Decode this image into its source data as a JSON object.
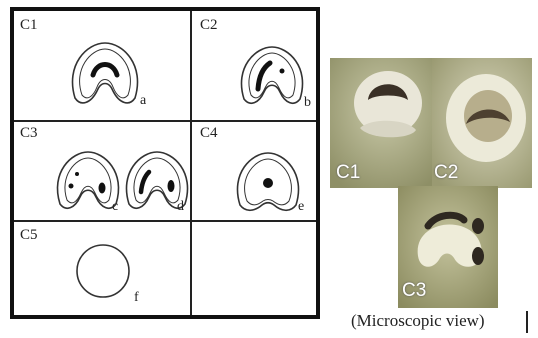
{
  "schematic": {
    "cells": [
      {
        "label": "C1",
        "sub": "a"
      },
      {
        "label": "C2",
        "sub": "b"
      },
      {
        "label": "C3",
        "subs": [
          "c",
          "d"
        ]
      },
      {
        "label": "C4",
        "sub": "e"
      },
      {
        "label": "C5",
        "sub": "f"
      }
    ]
  },
  "photos": {
    "labels": [
      "C1",
      "C2",
      "C3"
    ],
    "caption": "(Microscopic view)"
  }
}
